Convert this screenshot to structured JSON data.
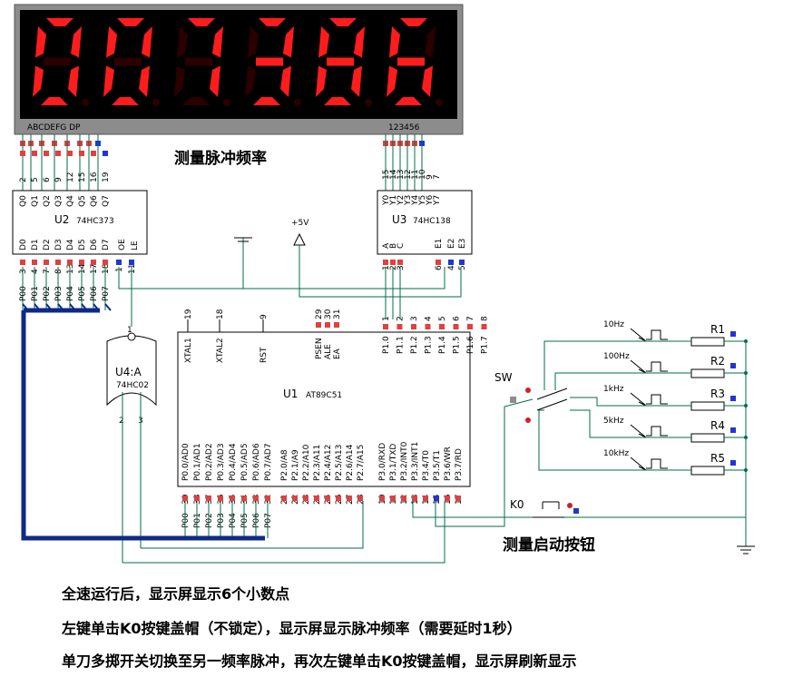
{
  "display": {
    "digits": "007386",
    "segment_color": "#ff1c1c",
    "dim_color": "#2a0000",
    "bezel_color": "#8c8c8c",
    "segment_label": "ABCDEFG  DP",
    "select_label": "123456"
  },
  "title": "测量脉冲频率",
  "u2": {
    "ref": "U2",
    "part": "74HC373",
    "q_pins": [
      "Q0",
      "Q1",
      "Q2",
      "Q3",
      "Q4",
      "Q5",
      "Q6",
      "Q7"
    ],
    "q_nums": [
      "2",
      "5",
      "6",
      "9",
      "12",
      "15",
      "16",
      "19"
    ],
    "d_pins": [
      "D0",
      "D1",
      "D2",
      "D3",
      "D4",
      "D5",
      "D6",
      "D7"
    ],
    "d_nums": [
      "3",
      "4",
      "7",
      "8",
      "13",
      "14",
      "17",
      "18"
    ],
    "oe": "OE",
    "le": "LE",
    "oe_num": "1",
    "le_num": "11",
    "bus_labels": [
      "P00",
      "P01",
      "P02",
      "P03",
      "P04",
      "P05",
      "P06",
      "P07"
    ]
  },
  "u3": {
    "ref": "U3",
    "part": "74HC138",
    "y_pins": [
      "Y0",
      "Y1",
      "Y2",
      "Y3",
      "Y4",
      "Y5",
      "Y6",
      "Y7"
    ],
    "y_nums": [
      "15",
      "14",
      "13",
      "12",
      "11",
      "10",
      "9",
      "7"
    ],
    "in_pins": [
      "A",
      "B",
      "C",
      "E1",
      "E2",
      "E3"
    ],
    "in_nums": [
      "1",
      "2",
      "3",
      "6",
      "4",
      "5"
    ]
  },
  "power": {
    "vcc": "+5V"
  },
  "u4": {
    "ref": "U4:A",
    "part": "74HC02",
    "out_num": "1",
    "in_nums": [
      "2",
      "3"
    ]
  },
  "u1": {
    "ref": "U1",
    "part": "AT89C51",
    "top_left": [
      {
        "name": "XTAL1",
        "num": "19"
      },
      {
        "name": "XTAL2",
        "num": "18"
      },
      {
        "name": "RST",
        "num": "9"
      }
    ],
    "top_mid": [
      {
        "name": "PSEN",
        "num": "29"
      },
      {
        "name": "ALE",
        "num": "30"
      },
      {
        "name": "EA",
        "num": "31"
      }
    ],
    "p1": [
      {
        "name": "P1.0",
        "num": "1"
      },
      {
        "name": "P1.1",
        "num": "2"
      },
      {
        "name": "P1.2",
        "num": "3"
      },
      {
        "name": "P1.3",
        "num": "4"
      },
      {
        "name": "P1.4",
        "num": "5"
      },
      {
        "name": "P1.5",
        "num": "6"
      },
      {
        "name": "P1.6",
        "num": "7"
      },
      {
        "name": "P1.7",
        "num": "8"
      }
    ],
    "p0": [
      {
        "name": "P0.0/AD0",
        "num": "39"
      },
      {
        "name": "P0.1/AD1",
        "num": "38"
      },
      {
        "name": "P0.2/AD2",
        "num": "37"
      },
      {
        "name": "P0.3/AD3",
        "num": "36"
      },
      {
        "name": "P0.4/AD4",
        "num": "35"
      },
      {
        "name": "P0.5/AD5",
        "num": "34"
      },
      {
        "name": "P0.6/AD6",
        "num": "33"
      },
      {
        "name": "P0.7/AD7",
        "num": "32"
      }
    ],
    "p2": [
      {
        "name": "P2.0/A8",
        "num": "21"
      },
      {
        "name": "P2.1/A9",
        "num": "22"
      },
      {
        "name": "P2.2/A10",
        "num": "23"
      },
      {
        "name": "P2.3/A11",
        "num": "24"
      },
      {
        "name": "P2.4/A12",
        "num": "25"
      },
      {
        "name": "P2.5/A13",
        "num": "26"
      },
      {
        "name": "P2.6/A14",
        "num": "27"
      },
      {
        "name": "P2.7/A15",
        "num": "28"
      }
    ],
    "p3": [
      {
        "name": "P3.0/RXD",
        "num": "10"
      },
      {
        "name": "P3.1/TXD",
        "num": "11"
      },
      {
        "name": "P3.2/INT0",
        "num": "12"
      },
      {
        "name": "P3.3/INT1",
        "num": "13"
      },
      {
        "name": "P3.4/T0",
        "num": "14"
      },
      {
        "name": "P3.5/T1",
        "num": "15"
      },
      {
        "name": "P3.6/WR",
        "num": "16"
      },
      {
        "name": "P3.7/RD",
        "num": "17"
      }
    ],
    "p0_bus": [
      "P00",
      "P01",
      "P02",
      "P03",
      "P04",
      "P05",
      "P06",
      "P07"
    ]
  },
  "sources": [
    {
      "freq": "10Hz",
      "res": "R1"
    },
    {
      "freq": "100Hz",
      "res": "R2"
    },
    {
      "freq": "1kHz",
      "res": "R3"
    },
    {
      "freq": "5kHz",
      "res": "R4"
    },
    {
      "freq": "10kHz",
      "res": "R5"
    }
  ],
  "switch_label": "SW",
  "button": {
    "ref": "K0",
    "label": "测量启动按钮"
  },
  "notes": [
    "全速运行后，显示屏显示6个小数点",
    "左键单击K0按键盖帽（不锁定），显示屏显示脉冲频率（需要延时1秒）",
    "单刀多掷开关切换至另一频率脉冲，再次左键单击K0按键盖帽，显示屏刷新显示"
  ]
}
